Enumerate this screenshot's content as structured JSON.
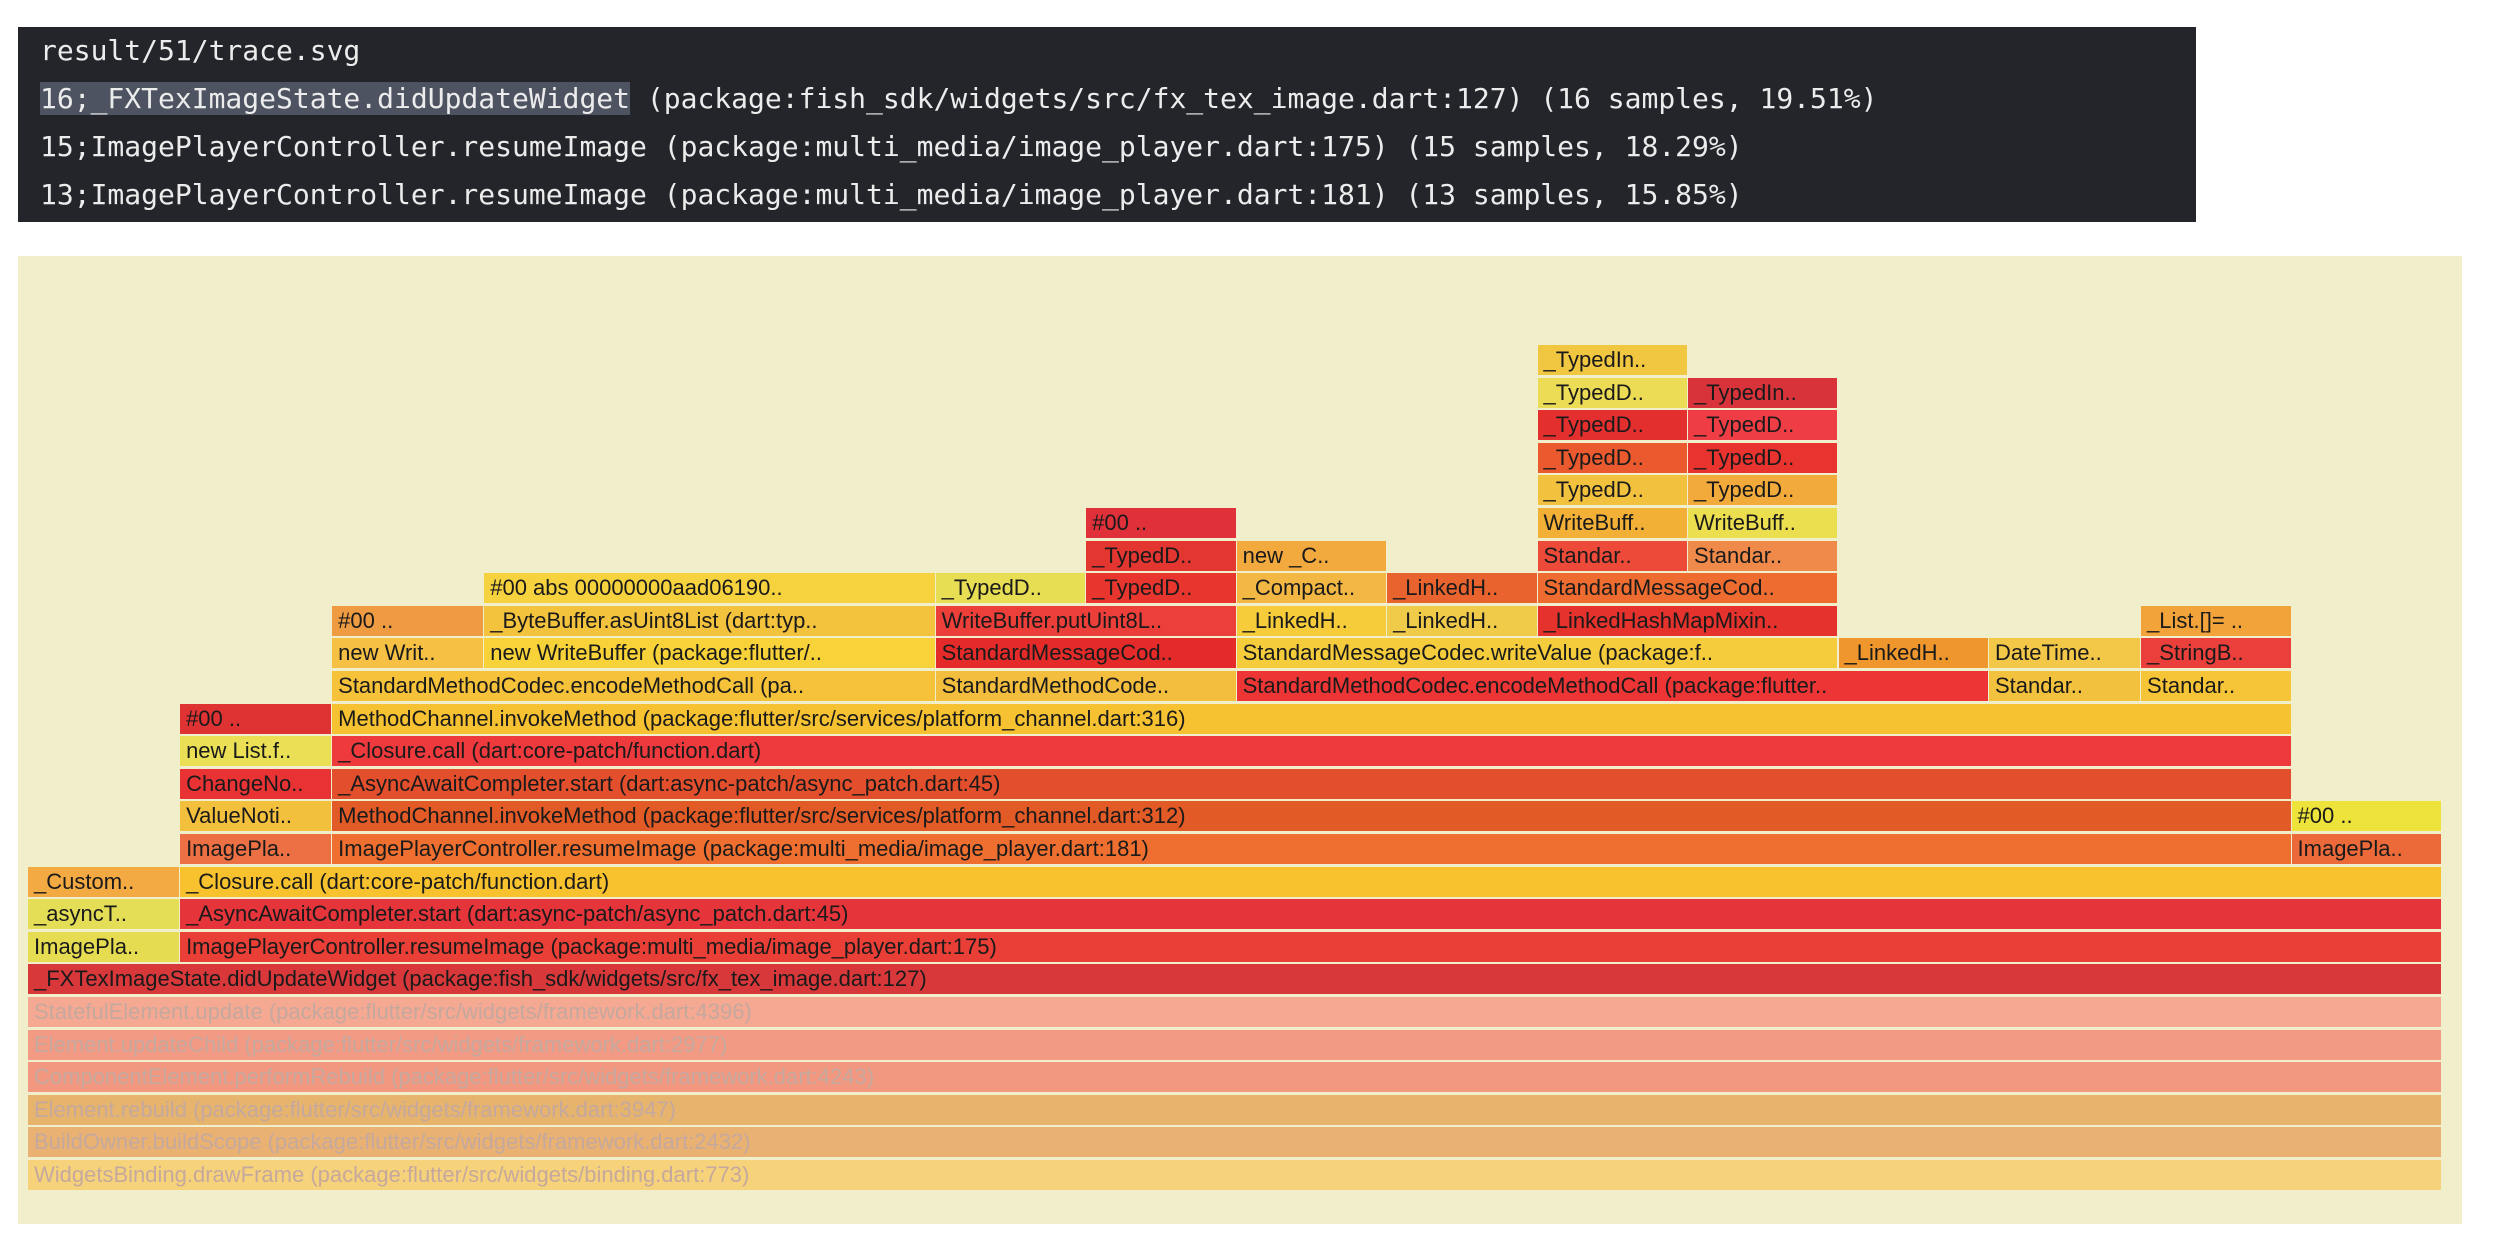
{
  "terminal": {
    "title": "result/51/trace.svg",
    "lines": [
      {
        "selected": "16;_FXTexImageState.didUpdateWidget",
        "text": " (package:fish_sdk/widgets/src/fx_tex_image.dart:127) (16 samples, 19.51%)"
      },
      {
        "selected": "",
        "text": "15;ImagePlayerController.resumeImage (package:multi_media/image_player.dart:175) (15 samples, 18.29%)"
      },
      {
        "selected": "",
        "text": "13;ImagePlayerController.resumeImage (package:multi_media/image_player.dart:181) (13 samples, 15.85%)"
      }
    ]
  },
  "flame_colors": {
    "yellow": "#f8c431",
    "light_yellow": "#e6df54",
    "orange": "#ee9b3c",
    "dark_orange": "#e55f2b",
    "red": "#e8343a",
    "dark_red": "#d82c2c",
    "salmon": "#f19a83",
    "tan": "#e7b171",
    "pale_yellow": "#f8d479"
  },
  "frames": [
    {
      "row": 0,
      "start": 0,
      "end": 1508,
      "color": "#f6d27a",
      "dim": true,
      "label": "WidgetsBinding.drawFrame (package:flutter/src/widgets/binding.dart:773)"
    },
    {
      "row": 1,
      "start": 0,
      "end": 1508,
      "color": "#e9b273",
      "dim": true,
      "label": "BuildOwner.buildScope (package:flutter/src/widgets/framework.dart:2432)"
    },
    {
      "row": 2,
      "start": 0,
      "end": 1508,
      "color": "#e6b46d",
      "dim": true,
      "label": "Element.rebuild (package:flutter/src/widgets/framework.dart:3947)"
    },
    {
      "row": 3,
      "start": 0,
      "end": 1508,
      "color": "#f29881",
      "dim": true,
      "label": "ComponentElement.performRebuild (package:flutter/src/widgets/framework.dart:4243)"
    },
    {
      "row": 4,
      "start": 0,
      "end": 1508,
      "color": "#f29a84",
      "dim": true,
      "label": "Element.updateChild (package:flutter/src/widgets/framework.dart:2977)"
    },
    {
      "row": 5,
      "start": 0,
      "end": 1508,
      "color": "#f5a892",
      "dim": true,
      "label": "StatefulElement.update (package:flutter/src/widgets/framework.dart:4396)"
    },
    {
      "row": 6,
      "start": 0,
      "end": 1508,
      "color": "#d9383b",
      "label": "_FXTexImageState.didUpdateWidget (package:fish_sdk/widgets/src/fx_tex_image.dart:127)"
    },
    {
      "row": 7,
      "start": 0,
      "end": 95,
      "color": "#e6dc52",
      "label": "ImagePla.."
    },
    {
      "row": 7,
      "start": 95,
      "end": 1508,
      "color": "#e93f36",
      "label": "ImagePlayerController.resumeImage (package:multi_media/image_player.dart:175)"
    },
    {
      "row": 8,
      "start": 0,
      "end": 95,
      "color": "#e4dd56",
      "label": "_asyncT.."
    },
    {
      "row": 8,
      "start": 95,
      "end": 1508,
      "color": "#e5343a",
      "label": "_AsyncAwaitCompleter.start (dart:async-patch/async_patch.dart:45)"
    },
    {
      "row": 9,
      "start": 0,
      "end": 95,
      "color": "#f4aa43",
      "label": "_Custom.."
    },
    {
      "row": 9,
      "start": 95,
      "end": 1508,
      "color": "#f8c22f",
      "label": "_Closure.call (dart:core-patch/function.dart)"
    },
    {
      "row": 10,
      "start": 95,
      "end": 190,
      "color": "#ec7044",
      "label": "ImagePla.."
    },
    {
      "row": 10,
      "start": 190,
      "end": 1414,
      "color": "#ee6f2f",
      "label": "ImagePlayerController.resumeImage (package:multi_media/image_player.dart:181)"
    },
    {
      "row": 10,
      "start": 1414,
      "end": 1508,
      "color": "#ec6a3a",
      "label": "ImagePla.."
    },
    {
      "row": 11,
      "start": 95,
      "end": 190,
      "color": "#f3c03d",
      "label": "ValueNoti.."
    },
    {
      "row": 11,
      "start": 190,
      "end": 1414,
      "color": "#e25a25",
      "label": "MethodChannel.invokeMethod (package:flutter/src/services/platform_channel.dart:312)"
    },
    {
      "row": 11,
      "start": 1414,
      "end": 1508,
      "color": "#eee33a",
      "label": "#00 .."
    },
    {
      "row": 12,
      "start": 95,
      "end": 190,
      "color": "#e83234",
      "label": "ChangeNo.."
    },
    {
      "row": 12,
      "start": 190,
      "end": 1414,
      "color": "#e34e2c",
      "label": "_AsyncAwaitCompleter.start (dart:async-patch/async_patch.dart:45)"
    },
    {
      "row": 13,
      "start": 95,
      "end": 190,
      "color": "#eadf55",
      "label": "new List.f.."
    },
    {
      "row": 13,
      "start": 190,
      "end": 1414,
      "color": "#ee3a3d",
      "label": "_Closure.call (dart:core-patch/function.dart)"
    },
    {
      "row": 14,
      "start": 95,
      "end": 190,
      "color": "#de3233",
      "label": "#00 .."
    },
    {
      "row": 14,
      "start": 190,
      "end": 1414,
      "color": "#f6c232",
      "label": "MethodChannel.invokeMethod (package:flutter/src/services/platform_channel.dart:316)"
    },
    {
      "row": 15,
      "start": 190,
      "end": 567,
      "color": "#f5c23a",
      "label": "StandardMethodCodec.encodeMethodCall (pa.."
    },
    {
      "row": 15,
      "start": 567,
      "end": 755,
      "color": "#f3bd3d",
      "label": "StandardMethodCode.."
    },
    {
      "row": 15,
      "start": 755,
      "end": 1225,
      "color": "#ed3535",
      "label": "StandardMethodCodec.encodeMethodCall (package:flutter.."
    },
    {
      "row": 15,
      "start": 1225,
      "end": 1320,
      "color": "#f2c13d",
      "label": "Standar.."
    },
    {
      "row": 15,
      "start": 1320,
      "end": 1414,
      "color": "#f6c437",
      "label": "Standar.."
    },
    {
      "row": 16,
      "start": 190,
      "end": 285,
      "color": "#f5c043",
      "label": "new Writ.."
    },
    {
      "row": 16,
      "start": 285,
      "end": 567,
      "color": "#f7d238",
      "label": "new WriteBuffer (package:flutter/.."
    },
    {
      "row": 16,
      "start": 567,
      "end": 755,
      "color": "#e52b2a",
      "label": "StandardMessageCod.."
    },
    {
      "row": 16,
      "start": 755,
      "end": 1131,
      "color": "#f4cc3c",
      "label": "StandardMessageCodec.writeValue (package:f.."
    },
    {
      "row": 16,
      "start": 1131,
      "end": 1225,
      "color": "#ef962d",
      "label": "_LinkedH.."
    },
    {
      "row": 16,
      "start": 1225,
      "end": 1320,
      "color": "#f3c747",
      "label": "DateTime.."
    },
    {
      "row": 16,
      "start": 1320,
      "end": 1414,
      "color": "#ea3f3a",
      "label": "_StringB.."
    },
    {
      "row": 17,
      "start": 190,
      "end": 285,
      "color": "#ef9b42",
      "label": "#00 .."
    },
    {
      "row": 17,
      "start": 285,
      "end": 567,
      "color": "#f4c33d",
      "label": "_ByteBuffer.asUint8List (dart:typ.."
    },
    {
      "row": 17,
      "start": 567,
      "end": 755,
      "color": "#ed3f3a",
      "label": "WriteBuffer.putUint8L.."
    },
    {
      "row": 17,
      "start": 755,
      "end": 849,
      "color": "#f6cc3b",
      "label": "_LinkedH.."
    },
    {
      "row": 17,
      "start": 849,
      "end": 943,
      "color": "#f0cb49",
      "label": "_LinkedH.."
    },
    {
      "row": 17,
      "start": 943,
      "end": 1131,
      "color": "#e5322c",
      "label": "_LinkedHashMapMixin.."
    },
    {
      "row": 17,
      "start": 1320,
      "end": 1414,
      "color": "#f2a43a",
      "label": "_List.[]= .."
    },
    {
      "row": 18,
      "start": 285,
      "end": 567,
      "color": "#f6d23f",
      "label": "#00 abs 00000000aad06190.."
    },
    {
      "row": 18,
      "start": 567,
      "end": 661,
      "color": "#e8de54",
      "label": "_TypedD.."
    },
    {
      "row": 18,
      "start": 661,
      "end": 755,
      "color": "#e8362f",
      "label": "_TypedD.."
    },
    {
      "row": 18,
      "start": 755,
      "end": 849,
      "color": "#f3b844",
      "label": "_Compact.."
    },
    {
      "row": 18,
      "start": 849,
      "end": 943,
      "color": "#e9632f",
      "label": "_LinkedH.."
    },
    {
      "row": 18,
      "start": 943,
      "end": 1131,
      "color": "#ef6c30",
      "label": "StandardMessageCod.."
    },
    {
      "row": 19,
      "start": 661,
      "end": 755,
      "color": "#e33630",
      "label": "_TypedD.."
    },
    {
      "row": 19,
      "start": 755,
      "end": 849,
      "color": "#f2a93e",
      "label": "new _C.."
    },
    {
      "row": 19,
      "start": 943,
      "end": 1037,
      "color": "#ee4a39",
      "label": "Standar.."
    },
    {
      "row": 19,
      "start": 1037,
      "end": 1131,
      "color": "#f08a4a",
      "label": "Standar.."
    },
    {
      "row": 20,
      "start": 661,
      "end": 755,
      "color": "#e0303a",
      "label": "#00 .."
    },
    {
      "row": 20,
      "start": 943,
      "end": 1037,
      "color": "#f3b037",
      "label": "WriteBuff.."
    },
    {
      "row": 20,
      "start": 1037,
      "end": 1131,
      "color": "#ecdf4f",
      "label": "WriteBuff.."
    },
    {
      "row": 21,
      "start": 943,
      "end": 1037,
      "color": "#f2c13e",
      "label": "_TypedD.."
    },
    {
      "row": 21,
      "start": 1037,
      "end": 1131,
      "color": "#f2aa3b",
      "label": "_TypedD.."
    },
    {
      "row": 22,
      "start": 943,
      "end": 1037,
      "color": "#eb5a2f",
      "label": "_TypedD.."
    },
    {
      "row": 22,
      "start": 1037,
      "end": 1131,
      "color": "#e8332e",
      "label": "_TypedD.."
    },
    {
      "row": 23,
      "start": 943,
      "end": 1037,
      "color": "#e42f2f",
      "label": "_TypedD.."
    },
    {
      "row": 23,
      "start": 1037,
      "end": 1131,
      "color": "#ef3d45",
      "label": "_TypedD.."
    },
    {
      "row": 24,
      "start": 943,
      "end": 1037,
      "color": "#ecdb55",
      "label": "_TypedD.."
    },
    {
      "row": 24,
      "start": 1037,
      "end": 1131,
      "color": "#d8333a",
      "label": "_TypedIn.."
    },
    {
      "row": 25,
      "start": 943,
      "end": 1037,
      "color": "#f1c640",
      "label": "_TypedIn.."
    }
  ]
}
